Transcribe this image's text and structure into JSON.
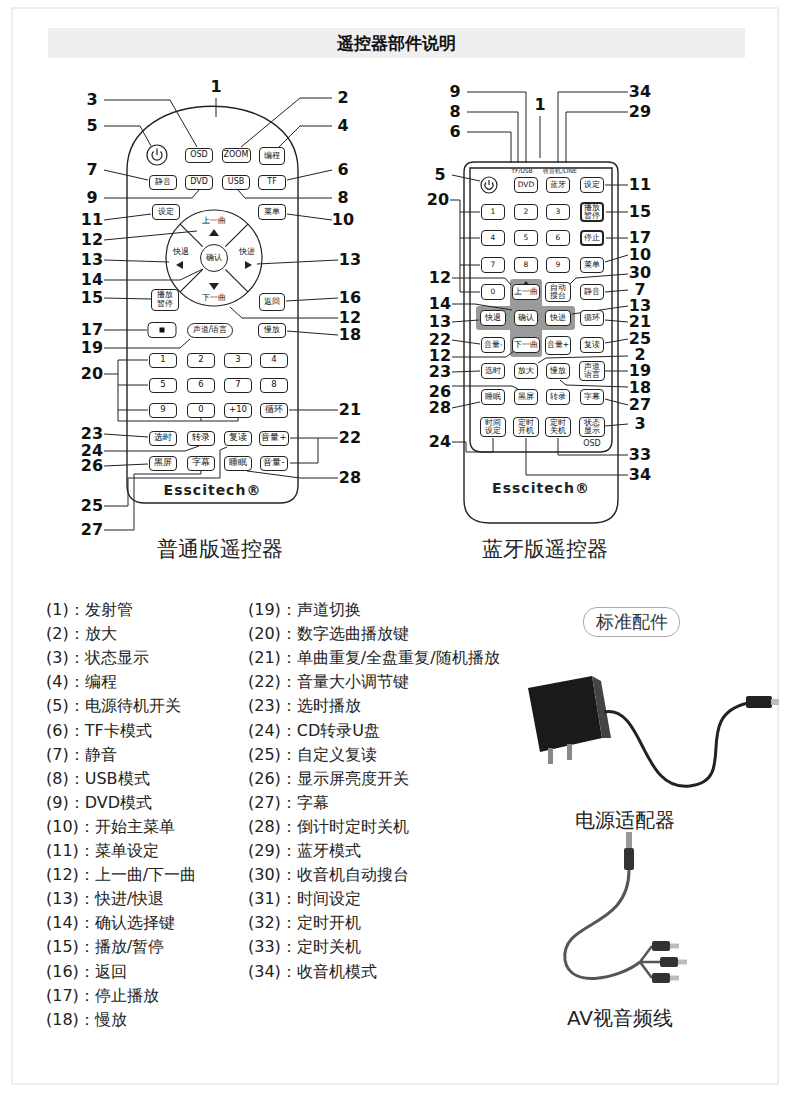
{
  "diagram": {
    "title": "遥控器部件说明",
    "nodes": [
      {
        "text": [
          "Esscitech®"
        ]
      },
      {
        "text": [
          "OSD"
        ],
        "in": 0
      },
      {
        "text": [
          "ZOOM"
        ],
        "in": 0
      },
      {
        "text": [
          "编程"
        ],
        "in": 0
      },
      {
        "text": [
          "静音"
        ],
        "in": 0
      },
      {
        "text": [
          "DVD"
        ],
        "in": 0
      },
      {
        "text": [
          "USB"
        ],
        "in": 0
      },
      {
        "text": [
          "TF"
        ],
        "in": 0
      },
      {
        "text": [
          "设定"
        ],
        "in": 0
      },
      {
        "text": [
          "菜单"
        ],
        "in": 0
      },
      {
        "text": [
          "上一曲"
        ],
        "in": 0
      },
      {
        "text": [
          "快退"
        ],
        "in": 0
      },
      {
        "text": [
          "确认"
        ],
        "in": 0
      },
      {
        "text": [
          "快进"
        ],
        "in": 0
      },
      {
        "text": [
          "下一曲"
        ],
        "in": 0
      },
      {
        "text": [
          "播放 暂停"
        ],
        "in": 0
      },
      {
        "text": [
          "返回"
        ],
        "in": 0
      },
      {
        "text": [
          "声道/语言"
        ],
        "in": 0
      },
      {
        "text": [
          "慢放"
        ],
        "in": 0
      },
      {
        "text": [
          "1"
        ],
        "in": 0
      },
      {
        "text": [
          "2"
        ],
        "in": 0
      },
      {
        "text": [
          "3"
        ],
        "in": 0
      },
      {
        "text": [
          "4"
        ],
        "in": 0
      },
      {
        "text": [
          "5"
        ],
        "in": 0
      },
      {
        "text": [
          "6"
        ],
        "in": 0
      },
      {
        "text": [
          "7"
        ],
        "in": 0
      },
      {
        "text": [
          "8"
        ],
        "in": 0
      },
      {
        "text": [
          "9"
        ],
        "in": 0
      },
      {
        "text": [
          "0"
        ],
        "in": 0
      },
      {
        "text": [
          "+10"
        ],
        "in": 0
      },
      {
        "text": [
          "循环"
        ],
        "in": 0
      },
      {
        "text": [
          "选时"
        ],
        "in": 0
      },
      {
        "text": [
          "转录"
        ],
        "in": 0
      },
      {
        "text": [
          "复读"
        ],
        "in": 0
      },
      {
        "text": [
          "音量+"
        ],
        "in": 0
      },
      {
        "text": [
          "黑屏"
        ],
        "in": 0
      },
      {
        "text": [
          "字幕"
        ],
        "in": 0
      },
      {
        "text": [
          "睡眠"
        ],
        "in": 0
      },
      {
        "text": [
          "音量-"
        ],
        "in": 0
      },
      {
        "text": [
          "Esscitech®"
        ]
      },
      {
        "text": [
          "DVD"
        ],
        "in": 39
      },
      {
        "text": [
          "蓝牙"
        ],
        "in": 39
      },
      {
        "text": [
          "设定"
        ],
        "in": 39
      },
      {
        "text": [
          "1"
        ],
        "in": 39
      },
      {
        "text": [
          "2"
        ],
        "in": 39
      },
      {
        "text": [
          "3"
        ],
        "in": 39
      },
      {
        "text": [
          "播放 暂停"
        ],
        "in": 39
      },
      {
        "text": [
          "4"
        ],
        "in": 39
      },
      {
        "text": [
          "5"
        ],
        "in": 39
      },
      {
        "text": [
          "6"
        ],
        "in": 39
      },
      {
        "text": [
          "停止"
        ],
        "in": 39
      },
      {
        "text": [
          "7"
        ],
        "in": 39
      },
      {
        "text": [
          "8"
        ],
        "in": 39
      },
      {
        "text": [
          "9"
        ],
        "in": 39
      },
      {
        "text": [
          "菜单"
        ],
        "in": 39
      },
      {
        "text": [
          "0"
        ],
        "in": 39
      },
      {
        "text": [
          "上一曲"
        ],
        "in": 39
      },
      {
        "text": [
          "自动 搜台"
        ],
        "in": 39
      },
      {
        "text": [
          "静音"
        ],
        "in": 39
      },
      {
        "text": [
          "快退"
        ],
        "in": 39
      },
      {
        "text": [
          "确认"
        ],
        "in": 39
      },
      {
        "text": [
          "快进"
        ],
        "in": 39
      },
      {
        "text": [
          "循环"
        ],
        "in": 39
      },
      {
        "text": [
          "音量-"
        ],
        "in": 39
      },
      {
        "text": [
          "下一曲"
        ],
        "in": 39
      },
      {
        "text": [
          "音量+"
        ],
        "in": 39
      },
      {
        "text": [
          "复读"
        ],
        "in": 39
      },
      {
        "text": [
          "选时"
        ],
        "in": 39
      },
      {
        "text": [
          "放大"
        ],
        "in": 39
      },
      {
        "text": [
          "慢放"
        ],
        "in": 39
      },
      {
        "text": [
          "声道 语言"
        ],
        "in": 39
      },
      {
        "text": [
          "睡眠"
        ],
        "in": 39
      },
      {
        "text": [
          "黑屏"
        ],
        "in": 39
      },
      {
        "text": [
          "转录"
        ],
        "in": 39
      },
      {
        "text": [
          "字幕"
        ],
        "in": 39
      },
      {
        "text": [
          "时间 设定"
        ],
        "in": 39
      },
      {
        "text": [
          "定时 开机"
        ],
        "in": 39
      },
      {
        "text": [
          "定时 关机"
        ],
        "in": 39
      },
      {
        "text": [
          "状态 显示"
        ],
        "in": 39
      },
      {
        "text": [
          "标准配件"
        ]
      }
    ],
    "labels": [
      "1",
      "2",
      "3",
      "4",
      "5",
      "6",
      "7",
      "8",
      "9",
      "10",
      "11",
      "12",
      "13",
      "13",
      "14",
      "15",
      "16",
      "12",
      "17",
      "19",
      "18",
      "20",
      "21",
      "23",
      "22",
      "24",
      "26",
      "25",
      "27",
      "28",
      "9",
      "8",
      "1",
      "6",
      "34",
      "29",
      "5",
      "11",
      "20",
      "15",
      "17",
      "10",
      "12",
      "30",
      "7",
      "14",
      "13",
      "13",
      "21",
      "22",
      "25",
      "12",
      "2",
      "23",
      "19",
      "26",
      "18",
      "28",
      "27",
      "3",
      "24",
      "33",
      "34",
      "TF/USB",
      "收音机/LINE",
      "OSD",
      "普通版遥控器",
      "蓝牙版遥控器",
      "(1)：发射管",
      "(2)：放大",
      "(3)：状态显示",
      "(4)：编程",
      "(5)：电源待机开关",
      "(6)：TF卡模式",
      "(7)：静音",
      "(8)：USB模式",
      "(9)：DVD模式",
      "(10)：开始主菜单",
      "(11)：菜单设定",
      "(12)：上一曲/下一曲",
      "(13)：快进/快退",
      "(14)：确认选择键",
      "(15)：播放/暂停",
      "(16)：返回",
      "(17)：停止播放",
      "(18)：慢放",
      "(19)：声道切换",
      "(20)：数字选曲播放键",
      "(21)：单曲重复/全盘重复/随机播放",
      "(22)：音量大小调节键",
      "(23)：选时播放",
      "(24)：CD转录U盘",
      "(25)：自定义复读",
      "(26)：显示屏亮度开关",
      "(27)：字幕",
      "(28)：倒计时定时关机",
      "(29)：蓝牙模式",
      "(30)：收音机自动搜台",
      "(31)：时间设定",
      "(32)：定时开机",
      "(33)：定时关机",
      "(34)：收音机模式",
      "电源适配器",
      "AV视音频线"
    ]
  }
}
